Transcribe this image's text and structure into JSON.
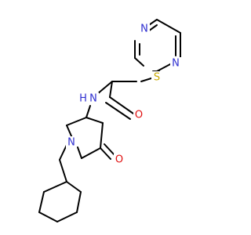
{
  "molecule": {
    "atoms": {
      "pyrimidine_n1": {
        "label": "N",
        "color": "#2f2fd0"
      },
      "pyrimidine_n2": {
        "label": "N",
        "color": "#2f2fd0"
      },
      "sulfur": {
        "label": "S",
        "color": "#c8a800"
      },
      "carbonyl_o_amide": {
        "label": "O",
        "color": "#e01010"
      },
      "amide_n": {
        "label": "N",
        "color": "#2f2fd0"
      },
      "amide_h": {
        "label": "H",
        "color": "#2f2fd0"
      },
      "ring_n": {
        "label": "N",
        "color": "#2f2fd0"
      },
      "carbonyl_o_lactam": {
        "label": "O",
        "color": "#e01010"
      }
    }
  }
}
